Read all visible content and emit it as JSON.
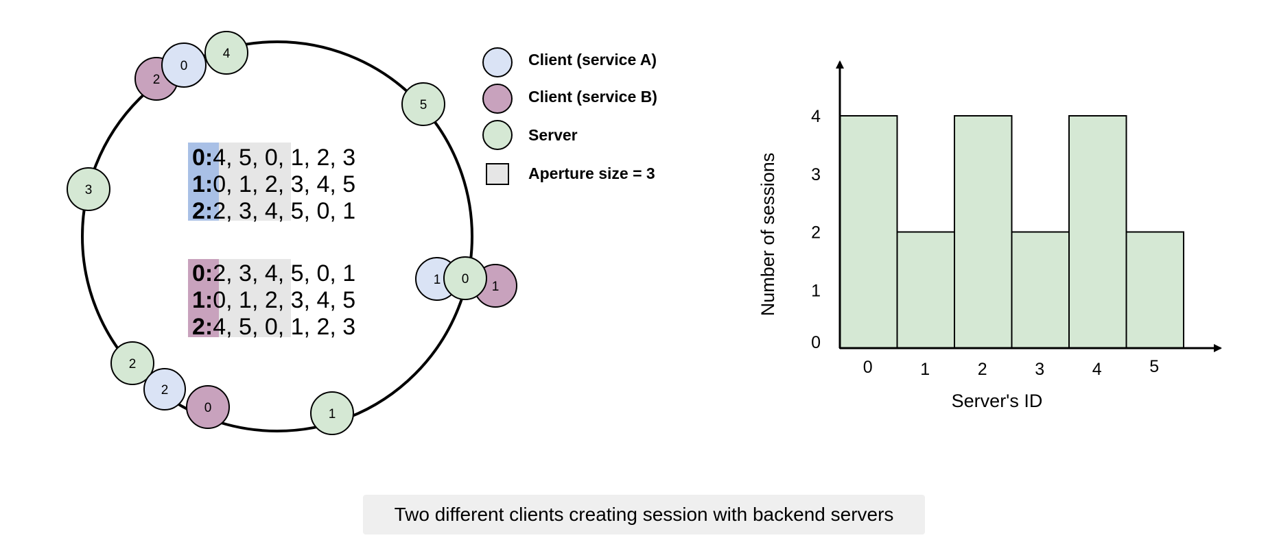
{
  "colors": {
    "client_a": "#dae3f5",
    "client_b": "#c8a2bd",
    "server": "#d5e8d4",
    "aperture": "#e6e6e6",
    "key_a": "#a9c0e6",
    "key_b": "#c8a2bd"
  },
  "ring": {
    "nodes": [
      {
        "role": "client_b",
        "label": "2"
      },
      {
        "role": "client_a",
        "label": "0"
      },
      {
        "role": "server",
        "label": "4"
      },
      {
        "role": "server",
        "label": "5"
      },
      {
        "role": "server",
        "label": "3"
      },
      {
        "role": "client_a",
        "label": "1"
      },
      {
        "role": "client_b",
        "label": "1"
      },
      {
        "role": "server",
        "label": "0"
      },
      {
        "role": "server",
        "label": "2"
      },
      {
        "role": "client_a",
        "label": "2"
      },
      {
        "role": "client_b",
        "label": "0"
      },
      {
        "role": "server",
        "label": "1"
      }
    ]
  },
  "legend": {
    "client_a": "Client (service A)",
    "client_b": "Client (service B)",
    "server": "Server",
    "aperture": "Aperture size = 3"
  },
  "lists": {
    "service_a": [
      {
        "key": "0:",
        "aperture": "4, 5, 0,",
        "rest": " 1, 2, 3"
      },
      {
        "key": "1:",
        "aperture": "0, 1, 2,",
        "rest": " 3, 4, 5"
      },
      {
        "key": "2:",
        "aperture": "2, 3, 4,",
        "rest": " 5, 0, 1"
      }
    ],
    "service_b": [
      {
        "key": "0:",
        "aperture": "2, 3, 4,",
        "rest": " 5, 0, 1"
      },
      {
        "key": "1:",
        "aperture": "0, 1, 2,",
        "rest": " 3, 4, 5"
      },
      {
        "key": "2:",
        "aperture": "4, 5, 0,",
        "rest": " 1, 2, 3"
      }
    ]
  },
  "chart_data": {
    "type": "bar",
    "categories": [
      "0",
      "1",
      "2",
      "3",
      "4",
      "5"
    ],
    "values": [
      4,
      2,
      4,
      2,
      4,
      2
    ],
    "xlabel": "Server's ID",
    "ylabel": "Number of sessions",
    "yticks": [
      "0",
      "1",
      "2",
      "3",
      "4"
    ],
    "ylim": [
      0,
      5
    ],
    "bar_color": "#d5e8d4"
  },
  "caption": "Two different clients creating session with backend servers"
}
